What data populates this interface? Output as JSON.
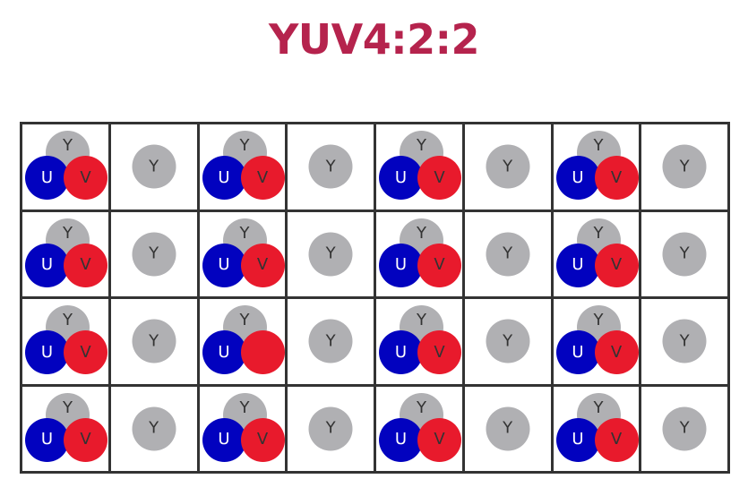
{
  "title": "YUV4:2:2",
  "colors": {
    "title": "#b5234d",
    "y": "#b0b0b3",
    "u": "#0202bf",
    "v": "#e81a2c",
    "label": "#333333",
    "grid": "#333333"
  },
  "grid": {
    "rows": 4,
    "cols": 8,
    "cells": [
      [
        "YUV",
        "Y",
        "YUV",
        "Y",
        "YUV",
        "Y",
        "YUV",
        "Y"
      ],
      [
        "YUV",
        "Y",
        "YUV",
        "Y",
        "YUV",
        "Y",
        "YUV",
        "Y"
      ],
      [
        "YUV",
        "Y",
        "YUV",
        "Y",
        "YUV",
        "Y",
        "YUV",
        "Y"
      ],
      [
        "YUV",
        "Y",
        "YUV",
        "Y",
        "YUV",
        "Y",
        "YUV",
        "Y"
      ]
    ]
  },
  "labels": {
    "y": "Y",
    "u": "U",
    "v": "V"
  },
  "hidden_labels": [
    {
      "row": 2,
      "col": 2,
      "channel": "v"
    }
  ]
}
